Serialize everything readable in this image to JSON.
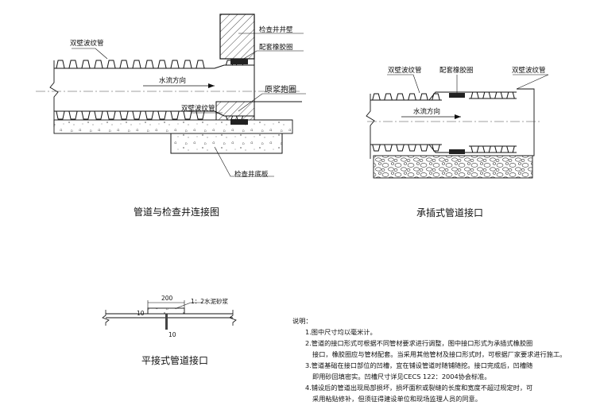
{
  "diagram1": {
    "label_pipe_top": "双壁波纹管",
    "label_pipe_bottom": "双壁波纹管",
    "label_wall": "检查井井壁",
    "label_gasket": "配套橡胶圈",
    "label_flow": "水流方向",
    "label_grout": "原浆抱圈",
    "label_base": "检查井底板",
    "caption": "管道与检查井连接图"
  },
  "diagram2": {
    "label_pipe_left": "双壁波纹管",
    "label_gasket": "配套橡胶圈",
    "label_pipe_right": "双壁波纹管",
    "label_flow": "水流方向",
    "caption": "承插式管道接口"
  },
  "diagram3": {
    "dim_width": "200",
    "label_mortar": "1：2水泥砂浆",
    "dim_left": "10",
    "dim_bottom": "10",
    "caption": "平接式管道接口"
  },
  "notes": {
    "heading": "说明：",
    "lines": [
      "1.图中尺寸均以毫米计。",
      "2.管道的接口形式可根据不同管材要求进行调整，图中接口形式为承插式橡胶圈",
      "接口，橡胶圈应与管材配套。当采用其他管材及接口形式时，可根据厂家要求进行施工。",
      "3.管道基础在接口部位的凹槽，宜在铺设管道时随铺随挖。接口完成后，凹槽随",
      "即用砂回填密实。凹槽尺寸详见CECS 122：2004协会标准。",
      "4.铺设后的管道出现局部损坏，损坏面积或裂缝的长度和宽度不超过规定时，可",
      "采用粘贴修补，但须征得建设单位和现场监理人员的同意。"
    ]
  }
}
